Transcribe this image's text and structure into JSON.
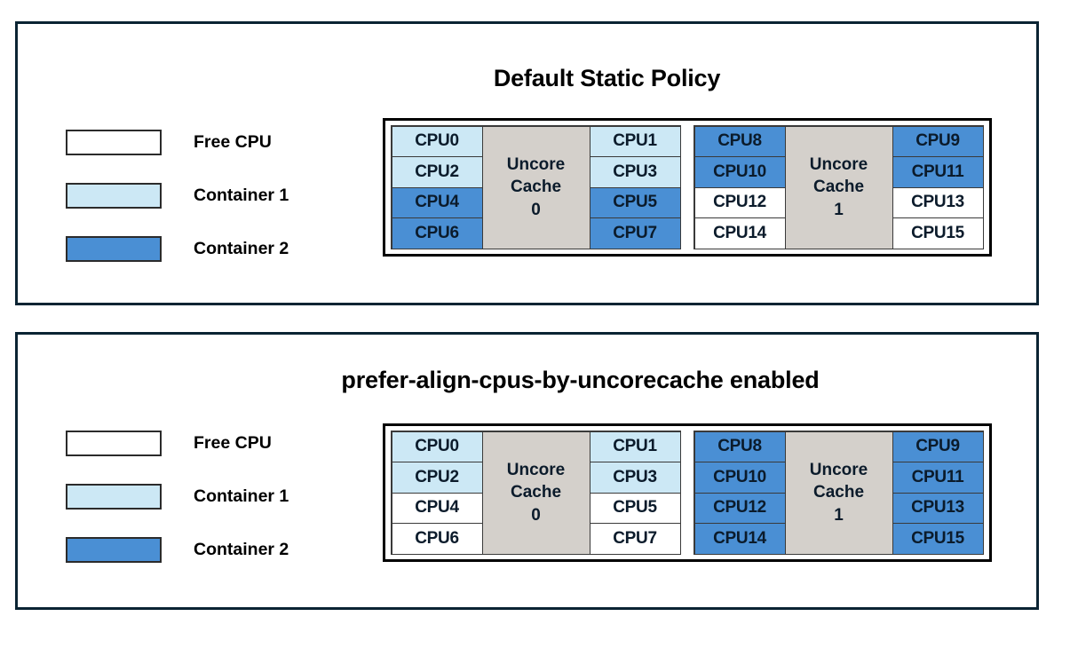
{
  "panels": [
    {
      "id": "default-static-policy",
      "title": "Default Static Policy",
      "legend": [
        {
          "label": "Free CPU",
          "fill": "free",
          "color": "#ffffff"
        },
        {
          "label": "Container 1",
          "fill": "container1",
          "color": "#cce8f5"
        },
        {
          "label": "Container 2",
          "fill": "container2",
          "color": "#4a8fd4"
        }
      ],
      "groups": [
        {
          "cache_label_line1": "Uncore",
          "cache_label_line2": "Cache",
          "cache_label_line3": "0",
          "left_column": [
            {
              "label": "CPU0",
              "fill": "container1"
            },
            {
              "label": "CPU2",
              "fill": "container1"
            },
            {
              "label": "CPU4",
              "fill": "container2"
            },
            {
              "label": "CPU6",
              "fill": "container2"
            }
          ],
          "right_column": [
            {
              "label": "CPU1",
              "fill": "container1"
            },
            {
              "label": "CPU3",
              "fill": "container1"
            },
            {
              "label": "CPU5",
              "fill": "container2"
            },
            {
              "label": "CPU7",
              "fill": "container2"
            }
          ]
        },
        {
          "cache_label_line1": "Uncore",
          "cache_label_line2": "Cache",
          "cache_label_line3": "1",
          "left_column": [
            {
              "label": "CPU8",
              "fill": "container2"
            },
            {
              "label": "CPU10",
              "fill": "container2"
            },
            {
              "label": "CPU12",
              "fill": "free"
            },
            {
              "label": "CPU14",
              "fill": "free"
            }
          ],
          "right_column": [
            {
              "label": "CPU9",
              "fill": "container2"
            },
            {
              "label": "CPU11",
              "fill": "container2"
            },
            {
              "label": "CPU13",
              "fill": "free"
            },
            {
              "label": "CPU15",
              "fill": "free"
            }
          ]
        }
      ]
    },
    {
      "id": "prefer-align-cpus-by-uncorecache-enabled",
      "title": "prefer-align-cpus-by-uncorecache enabled",
      "legend": [
        {
          "label": "Free CPU",
          "fill": "free",
          "color": "#ffffff"
        },
        {
          "label": "Container 1",
          "fill": "container1",
          "color": "#cce8f5"
        },
        {
          "label": "Container 2",
          "fill": "container2",
          "color": "#4a8fd4"
        }
      ],
      "groups": [
        {
          "cache_label_line1": "Uncore",
          "cache_label_line2": "Cache",
          "cache_label_line3": "0",
          "left_column": [
            {
              "label": "CPU0",
              "fill": "container1"
            },
            {
              "label": "CPU2",
              "fill": "container1"
            },
            {
              "label": "CPU4",
              "fill": "free"
            },
            {
              "label": "CPU6",
              "fill": "free"
            }
          ],
          "right_column": [
            {
              "label": "CPU1",
              "fill": "container1"
            },
            {
              "label": "CPU3",
              "fill": "container1"
            },
            {
              "label": "CPU5",
              "fill": "free"
            },
            {
              "label": "CPU7",
              "fill": "free"
            }
          ]
        },
        {
          "cache_label_line1": "Uncore",
          "cache_label_line2": "Cache",
          "cache_label_line3": "1",
          "left_column": [
            {
              "label": "CPU8",
              "fill": "container2"
            },
            {
              "label": "CPU10",
              "fill": "container2"
            },
            {
              "label": "CPU12",
              "fill": "container2"
            },
            {
              "label": "CPU14",
              "fill": "container2"
            }
          ],
          "right_column": [
            {
              "label": "CPU9",
              "fill": "container2"
            },
            {
              "label": "CPU11",
              "fill": "container2"
            },
            {
              "label": "CPU13",
              "fill": "container2"
            },
            {
              "label": "CPU15",
              "fill": "container2"
            }
          ]
        }
      ]
    }
  ],
  "colors": {
    "panel_border": "#0b2433",
    "box_border": "#000000",
    "cell_border": "#3a3a3a",
    "free": "#ffffff",
    "container1": "#cce8f5",
    "container2": "#4a8fd4",
    "uncore_cache": "#d4d0cb",
    "text": "#000000"
  }
}
